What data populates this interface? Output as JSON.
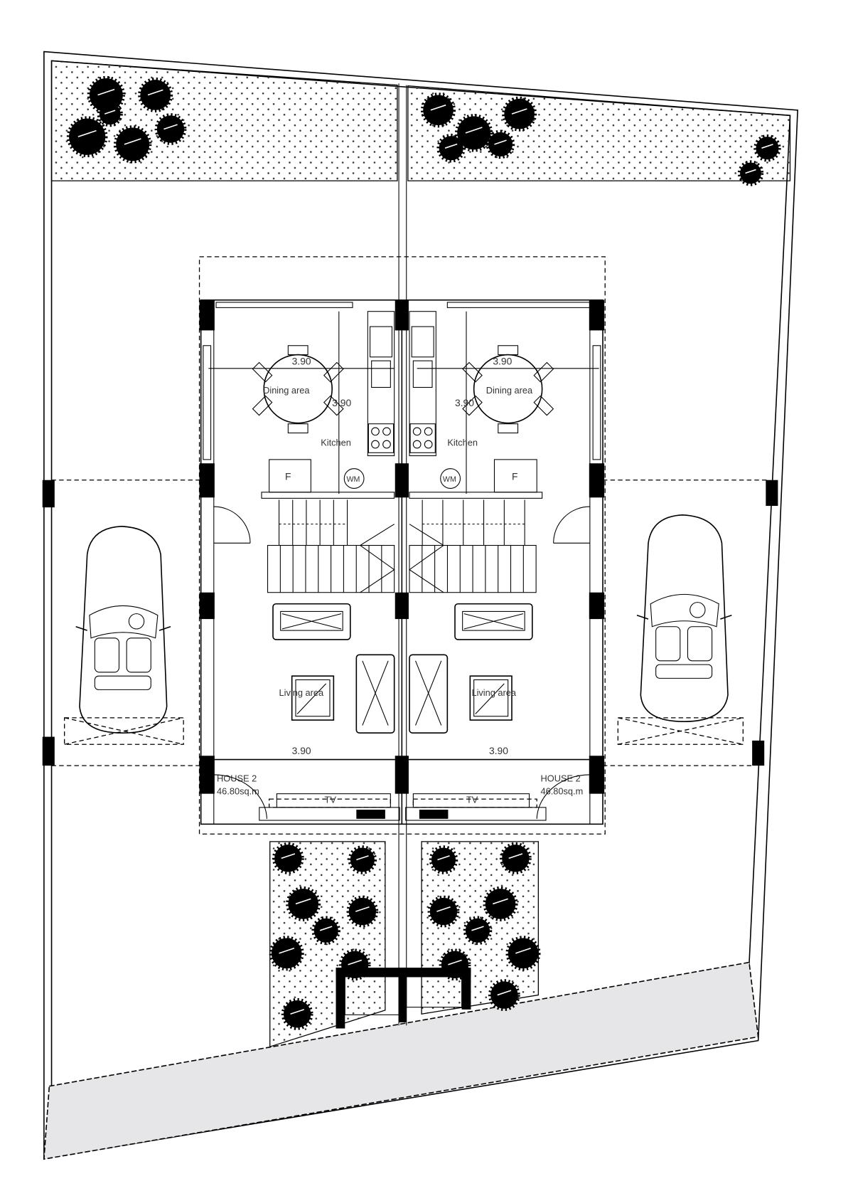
{
  "plan": {
    "left_house": {
      "dining_label": "Dining area",
      "kitchen_label": "Kitchen",
      "fridge_label": "F",
      "washer_label": "WM",
      "living_label": "Living area",
      "tv_label": "TV",
      "house_name": "HOUSE 2",
      "area": "46.80sq.m",
      "dim_top": "3.90",
      "dim_side": "3.90",
      "dim_bottom": "3.90"
    },
    "right_house": {
      "dining_label": "Dining area",
      "kitchen_label": "Kitchen",
      "fridge_label": "F",
      "washer_label": "WM",
      "living_label": "Living area",
      "tv_label": "TV",
      "house_name": "HOUSE 2",
      "area": "46.80sq.m",
      "dim_top": "3.90",
      "dim_side": "3.90",
      "dim_bottom": "3.90"
    },
    "colors": {
      "street": "#e6e6e8",
      "line": "#000000"
    }
  }
}
